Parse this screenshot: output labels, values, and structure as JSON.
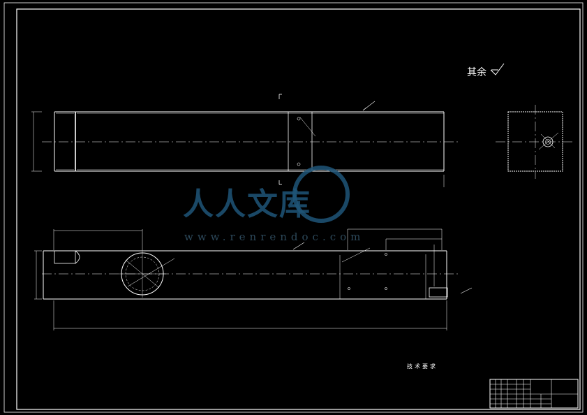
{
  "watermark": {
    "text": "人人文库",
    "url": "www.renrendoc.com"
  },
  "surface_note": {
    "label": "其余"
  },
  "technical_requirements": {
    "title": "技术要求"
  },
  "colors": {
    "background": "#000000",
    "lines": "#ffffff",
    "watermark": "#1f5578",
    "dimension": "#dddddd"
  }
}
